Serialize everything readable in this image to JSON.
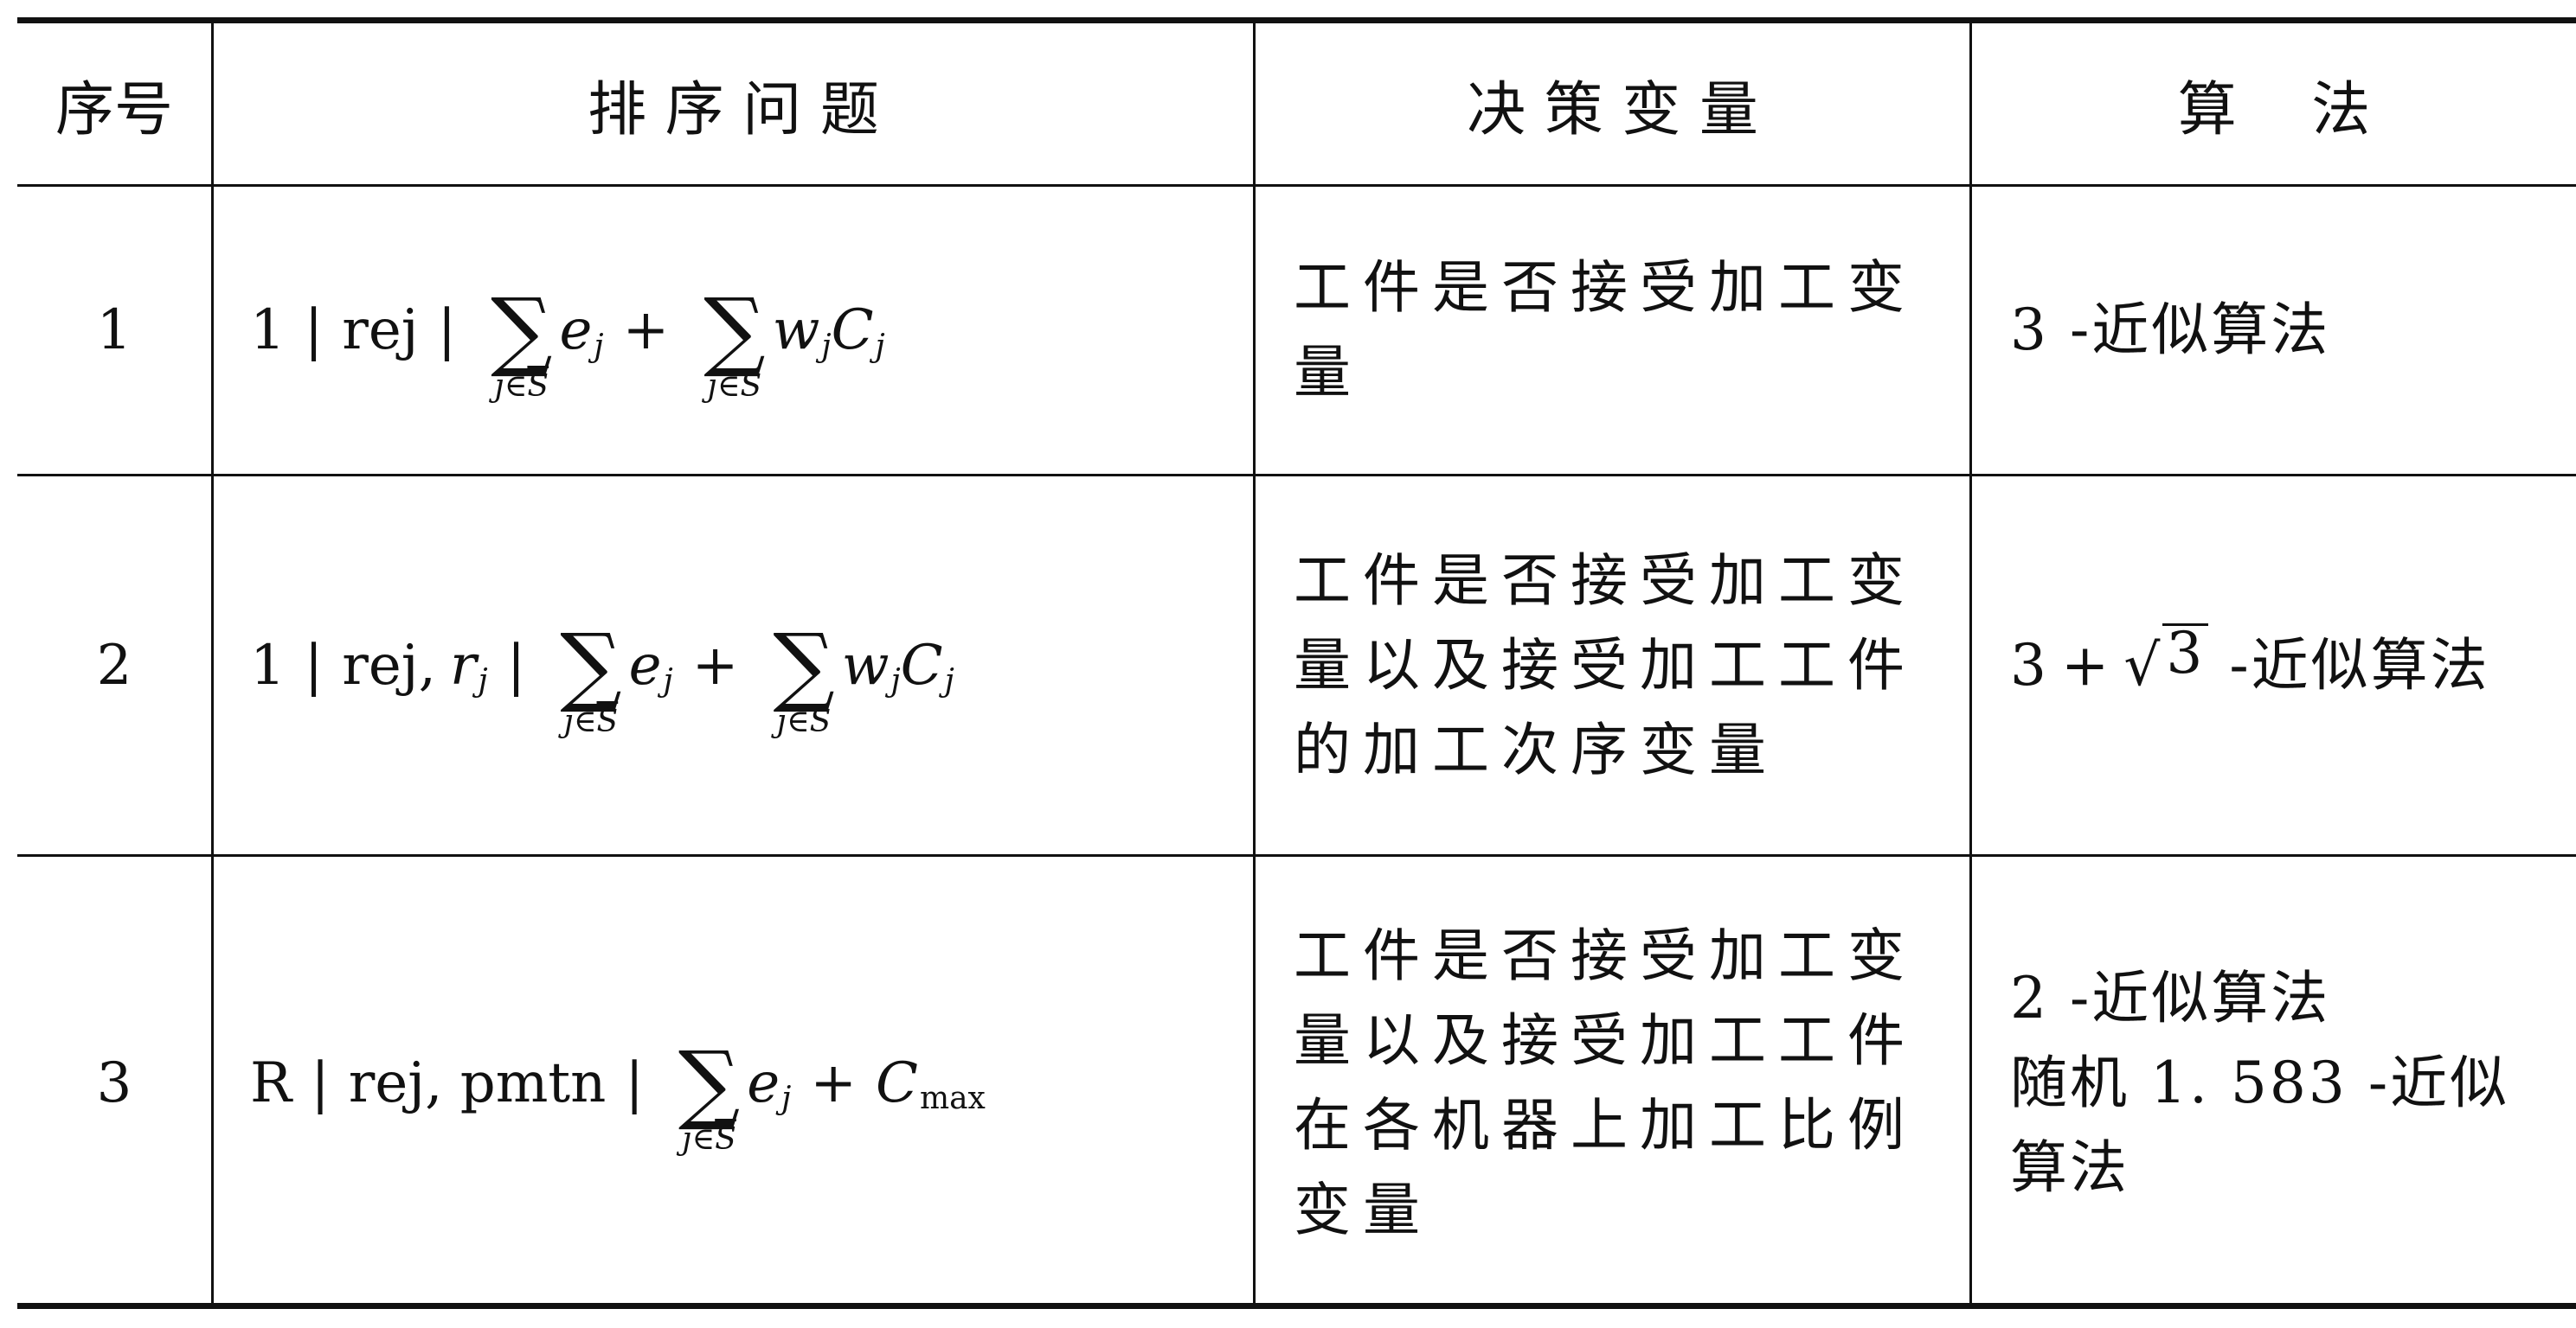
{
  "headers": {
    "no": "序号",
    "problem": "排 序 问 题",
    "decision": "决 策 变 量",
    "algorithm": "算    法"
  },
  "rows": [
    {
      "no": "1",
      "formula": {
        "a": "1",
        "b": "rej",
        "sum1_body": "e",
        "sum1_sub": "j",
        "sum1_lim_j": "j",
        "sum1_lim_in": "∈",
        "sum1_lim_S": "S",
        "plus": "+",
        "sum2_w": "w",
        "sum2_wj": "j",
        "sum2_C": "C",
        "sum2_Cj": "j",
        "sum2_lim": "j∈S"
      },
      "decision": "工件是否接受加工变量",
      "algorithm": [
        "3 -近似算法"
      ]
    },
    {
      "no": "2",
      "formula": {
        "a": "1",
        "b": "rej,",
        "r": "r",
        "rj": "j",
        "sum1_body": "e",
        "sum1_sub": "j",
        "sum1_lim_j": "j",
        "sum1_lim_in": "∈",
        "sum1_lim_S": "S",
        "plus": "+",
        "sum2_w": "w",
        "sum2_wj": "j",
        "sum2_C": "C",
        "sum2_Cj": "j",
        "sum2_lim": "j∈S"
      },
      "decision": "工件是否接受加工变量以及接受加工工件的加工次序变量",
      "algorithm_pre": "3",
      "algorithm_plus": "+",
      "algorithm_radicand": "3",
      "algorithm_post": " -近似算法"
    },
    {
      "no": "3",
      "formula": {
        "a": "R",
        "b": "rej, pmtn",
        "sum1_body": "e",
        "sum1_sub": "j",
        "sum1_lim_j": "j",
        "sum1_lim_in": "∈",
        "sum1_lim_S": "S",
        "plus": "+",
        "C": "C",
        "Csub": "max"
      },
      "decision": "工件是否接受加工变量以及接受加工工件在各机器上加工比例变量",
      "algorithm": [
        "2 -近似算法",
        "随机 1. 583 -近似",
        "算法"
      ]
    }
  ]
}
